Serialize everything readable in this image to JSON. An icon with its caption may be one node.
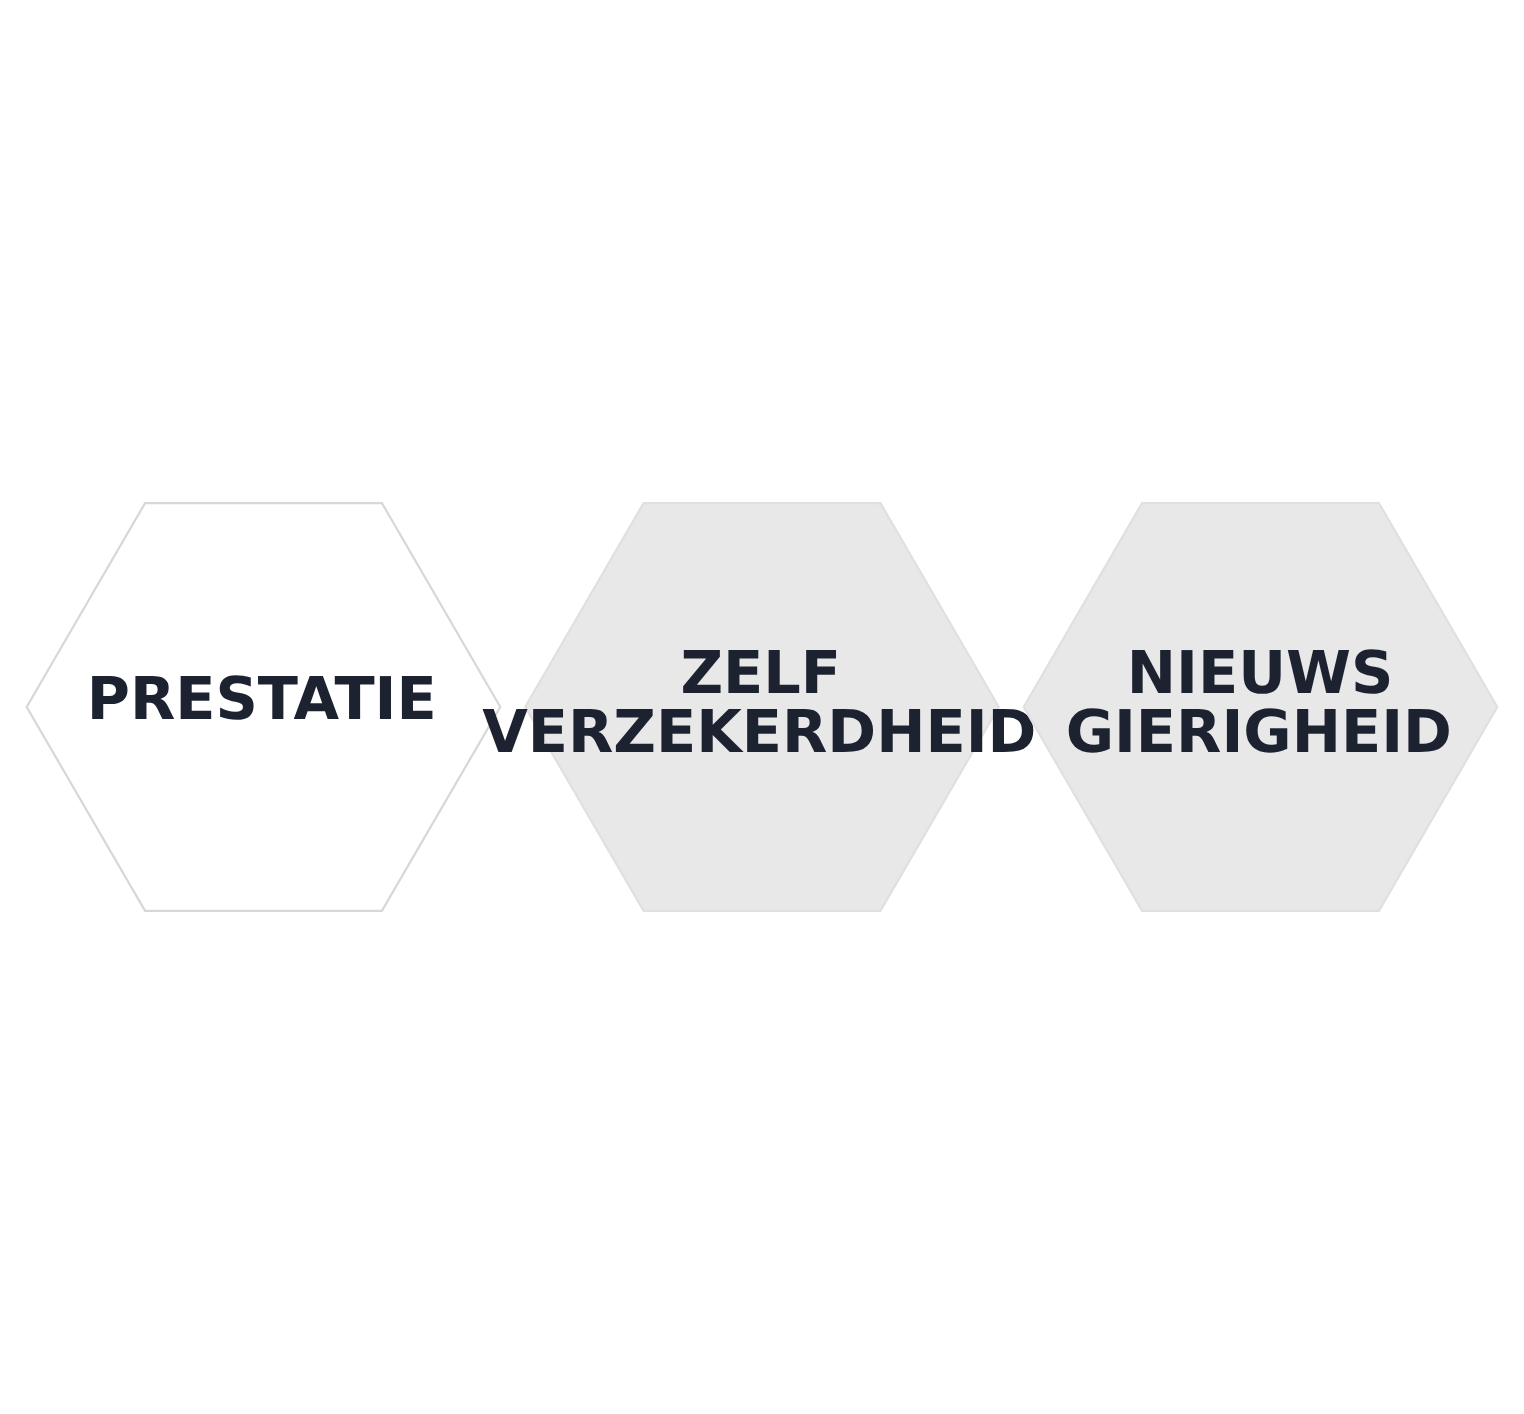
{
  "diagram": {
    "nodes": [
      {
        "text": [
          "PRESTATIE"
        ]
      },
      {
        "text": [
          "ZELF VERZEKERDHEID"
        ]
      },
      {
        "text": [
          "NIEUWS GIERIGHEID"
        ]
      }
    ]
  }
}
